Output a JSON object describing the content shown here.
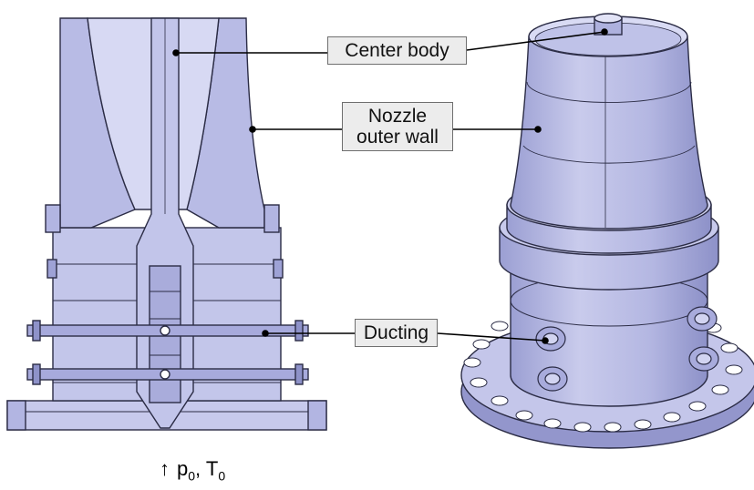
{
  "labels": {
    "center_body": "Center body",
    "nozzle_line1": "Nozzle",
    "nozzle_line2": "outer wall",
    "ducting": "Ducting"
  },
  "flow": {
    "arrow": "↑",
    "p_symbol": "p",
    "p_sub": "0",
    "sep": ", ",
    "t_symbol": "T",
    "t_sub": "0"
  },
  "colors": {
    "metal_light": "#cfd1ee",
    "metal_mid": "#aeb1de",
    "metal_dark": "#8b8fc6",
    "edge": "#2b2c45",
    "label_bg": "#ececec"
  }
}
